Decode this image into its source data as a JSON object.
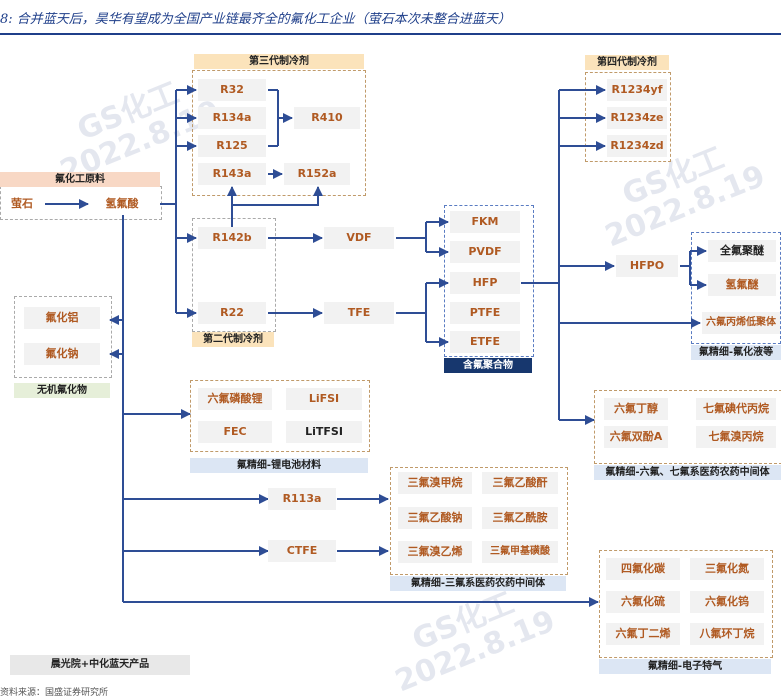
{
  "title": "8: 合并蓝天后，昊华有望成为全国产业链最齐全的氟化工企业（萤石本次未整合进蓝天）",
  "watermarks": [
    {
      "line1": "GS化工",
      "line2": "2022.8.19"
    },
    {
      "line1": "GS化工",
      "line2": "2022.8.19"
    },
    {
      "line1": "GS化工",
      "line2": "2022.8.19"
    }
  ],
  "labels": {
    "raw": "氟化工原料",
    "third_gen": "第三代制冷剂",
    "second_gen": "第二代制冷剂",
    "fourth_gen": "第四代制冷剂",
    "fluoropolymer": "含氟聚合物",
    "inorganic": "无机氟化物",
    "battery": "氟精细-锂电池材料",
    "trifluoro": "氟精细-三氟系医药农药中间体",
    "hexafluoro": "氟精细-六氟、七氟系医药农药中间体",
    "electronic": "氟精细-电子特气",
    "fluoro_liquid": "氟精细-氟化液等",
    "legend": "晨光院+中化蓝天产品"
  },
  "nodes": {
    "fluorite": "萤石",
    "hf": "氢氟酸",
    "r32": "R32",
    "r134a": "R134a",
    "r125": "R125",
    "r410": "R410",
    "r143a": "R143a",
    "r152a": "R152a",
    "r142b": "R142b",
    "r22": "R22",
    "vdf": "VDF",
    "tfe": "TFE",
    "fkm": "FKM",
    "pvdf": "PVDF",
    "hfp": "HFP",
    "ptfe": "PTFE",
    "etfe": "ETFE",
    "r1234yf": "R1234yf",
    "r1234ze": "R1234ze",
    "r1234zd": "R1234zd",
    "hfpo": "HFPO",
    "pfpe": "全氟聚醚",
    "hfe": "氢氟醚",
    "hfp_oligomer": "六氟丙烯低聚体",
    "hexafluorobutanol": "六氟丁醇",
    "heptafluoroiodopropane": "七氟碘代丙烷",
    "hexafluorobisphenol": "六氟双酚A",
    "heptafluorobromopropane": "七氟溴丙烷",
    "alf3": "氟化铝",
    "naf": "氟化钠",
    "lipf6": "六氟磷酸锂",
    "lifsi": "LiFSI",
    "fec": "FEC",
    "litfsi": "LiTFSI",
    "r113a": "R113a",
    "ctfe": "CTFE",
    "tfbromomethane": "三氟溴甲烷",
    "tfa_anhydride": "三氟乙酸酐",
    "sodium_tfa": "三氟乙酸钠",
    "tfacetamide": "三氟乙酰胺",
    "tfbromoethylene": "三氟溴乙烯",
    "tfmethanesulfonic": "三氟甲基磺酸",
    "cf4": "四氟化碳",
    "nf3": "三氟化氮",
    "sf6": "六氟化硫",
    "wf6": "六氟化钨",
    "hexafluorobutadiene": "六氟丁二烯",
    "octafluorocyclobutane": "八氟环丁烷"
  },
  "footer": "资料来源：国盛证券研究所"
}
